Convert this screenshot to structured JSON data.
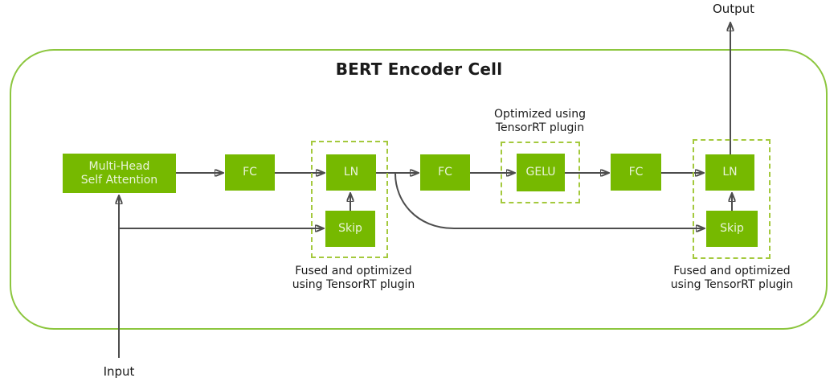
{
  "title": "BERT Encoder Cell",
  "io": {
    "input": "Input",
    "output": "Output"
  },
  "nodes": {
    "mhsa": {
      "line1": "Multi-Head",
      "line2": "Self Attention"
    },
    "fc1": "FC",
    "ln1": "LN",
    "skip1": "Skip",
    "fc2": "FC",
    "gelu": "GELU",
    "fc3": "FC",
    "ln2": "LN",
    "skip2": "Skip"
  },
  "annotations": {
    "fused_left": {
      "line1": "Fused and optimized",
      "line2": "using TensorRT plugin"
    },
    "gelu_note": {
      "line1": "Optimized using",
      "line2": "TensorRT plugin"
    },
    "fused_right": {
      "line1": "Fused and optimized",
      "line2": "using TensorRT plugin"
    }
  },
  "colors": {
    "node_fill": "#76b900",
    "node_text": "#e9f4d8",
    "dashed_border": "#a4c93d",
    "outer_border": "#8cc63e",
    "arrow": "#4d4d4d",
    "label_text": "#1a1a1a",
    "background": "#ffffff"
  }
}
